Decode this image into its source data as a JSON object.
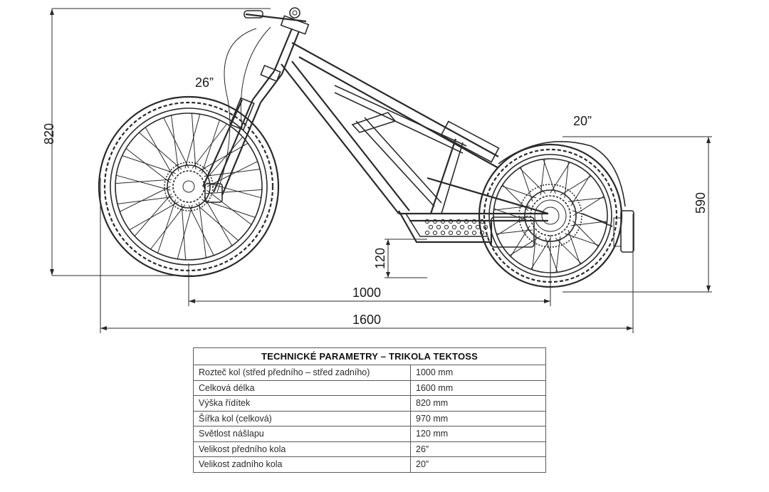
{
  "dimensions": {
    "height_total": "820",
    "front_wheel_size": "26”",
    "rear_wheel_size": "20”",
    "rear_height": "590",
    "ground_clearance": "120",
    "wheelbase": "1000",
    "overall_length": "1600"
  },
  "table": {
    "title": "TECHNICKÉ PARAMETRY – TRIKOLA TEKTOSS",
    "rows": [
      {
        "label": "Rozteč kol (střed předního – střed zadního)",
        "value": "1000 mm"
      },
      {
        "label": "Celková délka",
        "value": "1600 mm"
      },
      {
        "label": "Výška řídítek",
        "value": "820 mm"
      },
      {
        "label": "Šířka kol (celková)",
        "value": "970 mm"
      },
      {
        "label": "Světlost nášlapu",
        "value": "120 mm"
      },
      {
        "label": "Velikost předního kola",
        "value": "26”"
      },
      {
        "label": "Velikost zadního kola",
        "value": "20”"
      }
    ]
  },
  "colors": {
    "line": "#2a2a2a",
    "background": "#ffffff"
  }
}
